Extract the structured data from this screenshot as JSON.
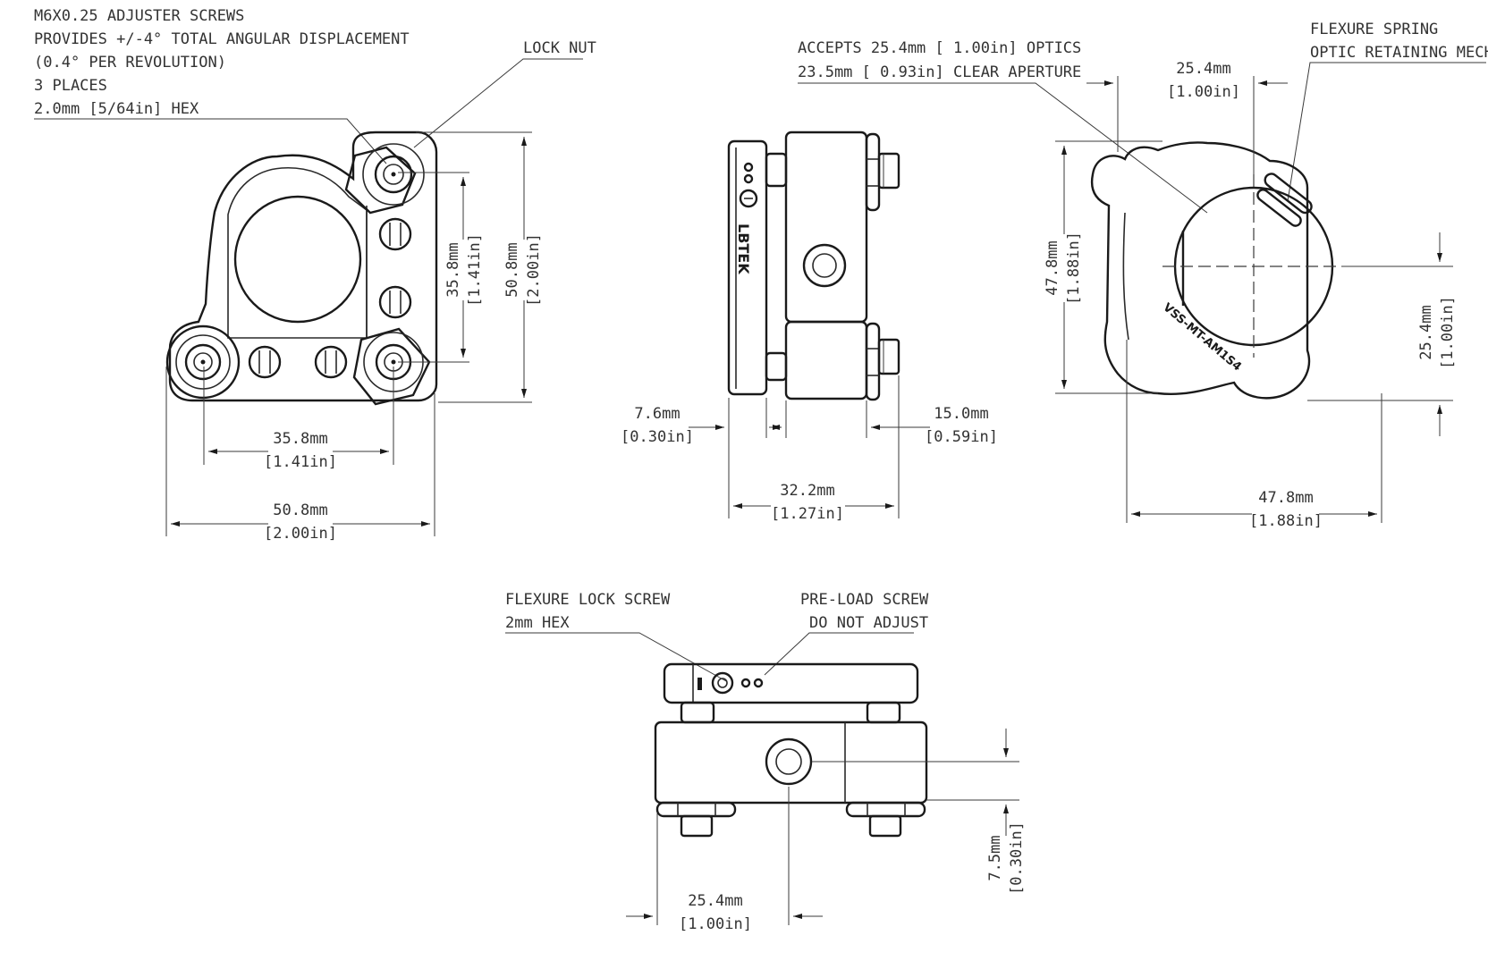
{
  "colors": {
    "ink": "#1a1a1a",
    "text": "#333333",
    "paper": "#ffffff"
  },
  "front_view": {
    "note_lines": [
      "M6X0.25  ADJUSTER SCREWS",
      "PROVIDES +/-4°  TOTAL ANGULAR DISPLACEMENT",
      "(0.4°  PER REVOLUTION)",
      "3 PLACES",
      "2.0mm [5/64in] HEX"
    ],
    "lock_nut": "LOCK NUT",
    "dim_vertical_inner_mm": "35.8mm",
    "dim_vertical_inner_in": "[1.41in]",
    "dim_vertical_outer_mm": "50.8mm",
    "dim_vertical_outer_in": "[2.00in]",
    "dim_horizontal_inner_mm": "35.8mm",
    "dim_horizontal_inner_in": "[1.41in]",
    "dim_horizontal_outer_mm": "50.8mm",
    "dim_horizontal_outer_in": "[2.00in]"
  },
  "side_view": {
    "brand": "LBTEK",
    "dim_left_mm": "7.6mm",
    "dim_left_in": "[0.30in]",
    "dim_right_mm": "15.0mm",
    "dim_right_in": "[0.59in]",
    "dim_total_mm": "32.2mm",
    "dim_total_in": "[1.27in]"
  },
  "rear_view": {
    "optics_line1": "ACCEPTS 25.4mm [ 1.00in]  OPTICS",
    "optics_line2": "23.5mm [ 0.93in] CLEAR APERTURE",
    "flexure_line1": "FLEXURE SPRING",
    "flexure_line2": "OPTIC RETAINING MECHANISM",
    "model": "VSS-MT-AM1S4",
    "dim_top_mm": "25.4mm",
    "dim_top_in": "[1.00in]",
    "dim_left_mm": "47.8mm",
    "dim_left_in": "[1.88in]",
    "dim_right_mm": "25.4mm",
    "dim_right_in": "[1.00in]",
    "dim_bottom_mm": "47.8mm",
    "dim_bottom_in": "[1.88in]"
  },
  "top_view": {
    "flexure_lock_line1": "FLEXURE LOCK SCREW",
    "flexure_lock_line2": "2mm HEX",
    "preload_line1": "PRE-LOAD SCREW",
    "preload_line2": "DO NOT ADJUST",
    "dim_bottom_mm": "25.4mm",
    "dim_bottom_in": "[1.00in]",
    "dim_right_mm": "7.5mm",
    "dim_right_in": "[0.30in]"
  }
}
